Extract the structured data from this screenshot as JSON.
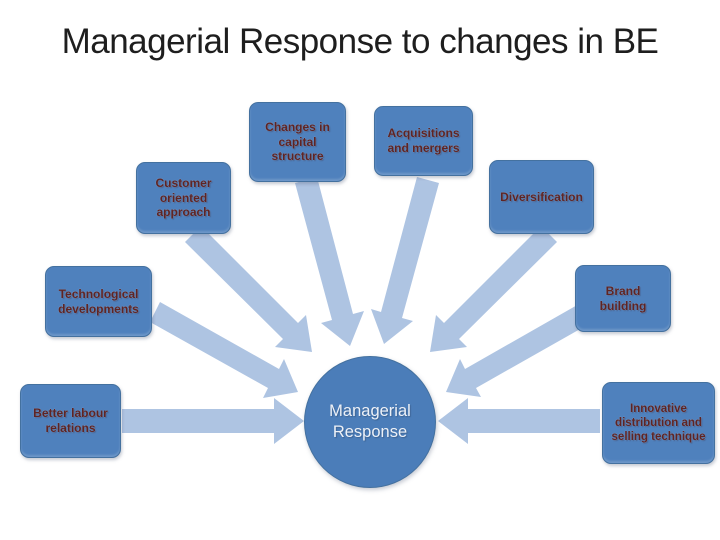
{
  "slide": {
    "title": "Managerial Response to changes in BE",
    "center": {
      "label": "Managerial Response"
    },
    "boxes": [
      {
        "label": "Changes in capital structure"
      },
      {
        "label": "Acquisitions and mergers"
      },
      {
        "label": "Customer oriented approach"
      },
      {
        "label": "Diversification"
      },
      {
        "label": "Technological developments"
      },
      {
        "label": "Brand building"
      },
      {
        "label": "Better labour relations"
      },
      {
        "label": "Innovative distribution and selling technique"
      }
    ],
    "colors": {
      "box_fill": "#4f81bd",
      "box_text": "#5e2424",
      "arrow_fill": "#aec4e2",
      "circle_fill": "#4b7db9",
      "circle_text": "#edf1f7",
      "title_text": "#1e1e1e",
      "background": "#ffffff"
    }
  }
}
